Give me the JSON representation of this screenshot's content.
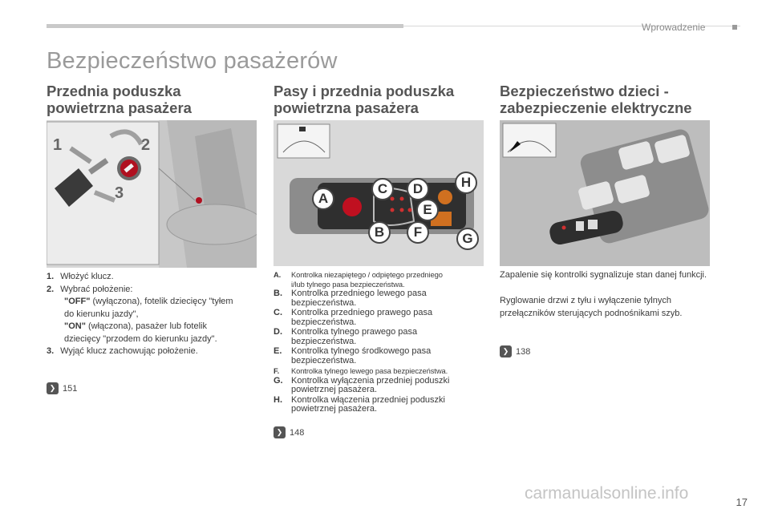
{
  "header": {
    "section": "Wprowadzenie"
  },
  "page_title": "Bezpieczeństwo pasażerów",
  "col1": {
    "title_line1": "Przednia poduszka",
    "title_line2": "powietrzna pasażera",
    "items": [
      {
        "k": "1.",
        "t": "Włożyć klucz."
      },
      {
        "k": "2.",
        "t": "Wybrać położenie:"
      }
    ],
    "off_b": "\"OFF\"",
    "off_t1": " (wyłączona), fotelik dziecięcy \"tyłem",
    "off_t2": "do kierunku jazdy\",",
    "on_b": "\"ON\"",
    "on_t1": " (włączona), pasażer lub fotelik",
    "on_t2": "dziecięcy \"przodem do kierunku jazdy\".",
    "item3_k": "3.",
    "item3_t": "Wyjąć klucz zachowując położenie.",
    "ref": "151",
    "photo_labels": [
      "1",
      "2",
      "3"
    ]
  },
  "col2": {
    "title_line1": "Pasy i przednia poduszka",
    "title_line2": "powietrzna pasażera",
    "items": [
      {
        "k": "A.",
        "t": "Kontrolka niezapiętego / odpiętego przedniego",
        "t2": "i/lub tylnego pasa bezpieczeństwa."
      },
      {
        "k": "B.",
        "t": "Kontrolka przedniego lewego pasa",
        "t2": "bezpieczeństwa."
      },
      {
        "k": "C.",
        "t": "Kontrolka przedniego prawego pasa",
        "t2": "bezpieczeństwa."
      },
      {
        "k": "D.",
        "t": "Kontrolka tylnego prawego pasa",
        "t2": "bezpieczeństwa."
      },
      {
        "k": "E.",
        "t": "Kontrolka tylnego środkowego pasa",
        "t2": "bezpieczeństwa."
      },
      {
        "k": "F.",
        "t": "Kontrolka tylnego lewego pasa bezpieczeństwa."
      },
      {
        "k": "G.",
        "t": "Kontrolka wyłączenia przedniej poduszki",
        "t2": "powietrznej pasażera."
      },
      {
        "k": "H.",
        "t": "Kontrolka włączenia przedniej poduszki",
        "t2": "powietrznej pasażera."
      }
    ],
    "ref": "148",
    "photo_labels": [
      "A",
      "B",
      "C",
      "D",
      "E",
      "F",
      "G",
      "H"
    ]
  },
  "col3": {
    "title_line1": "Bezpieczeństwo dzieci -",
    "title_line2": "zabezpieczenie elektryczne",
    "p1": "Zapalenie się kontrolki sygnalizuje stan danej funkcji.",
    "p2": "Ryglowanie drzwi z tyłu i wyłączenie tylnych przełączników sterujących podnośnikami szyb.",
    "ref": "138"
  },
  "page_number": "17",
  "watermark": "carmanualsonline.info"
}
